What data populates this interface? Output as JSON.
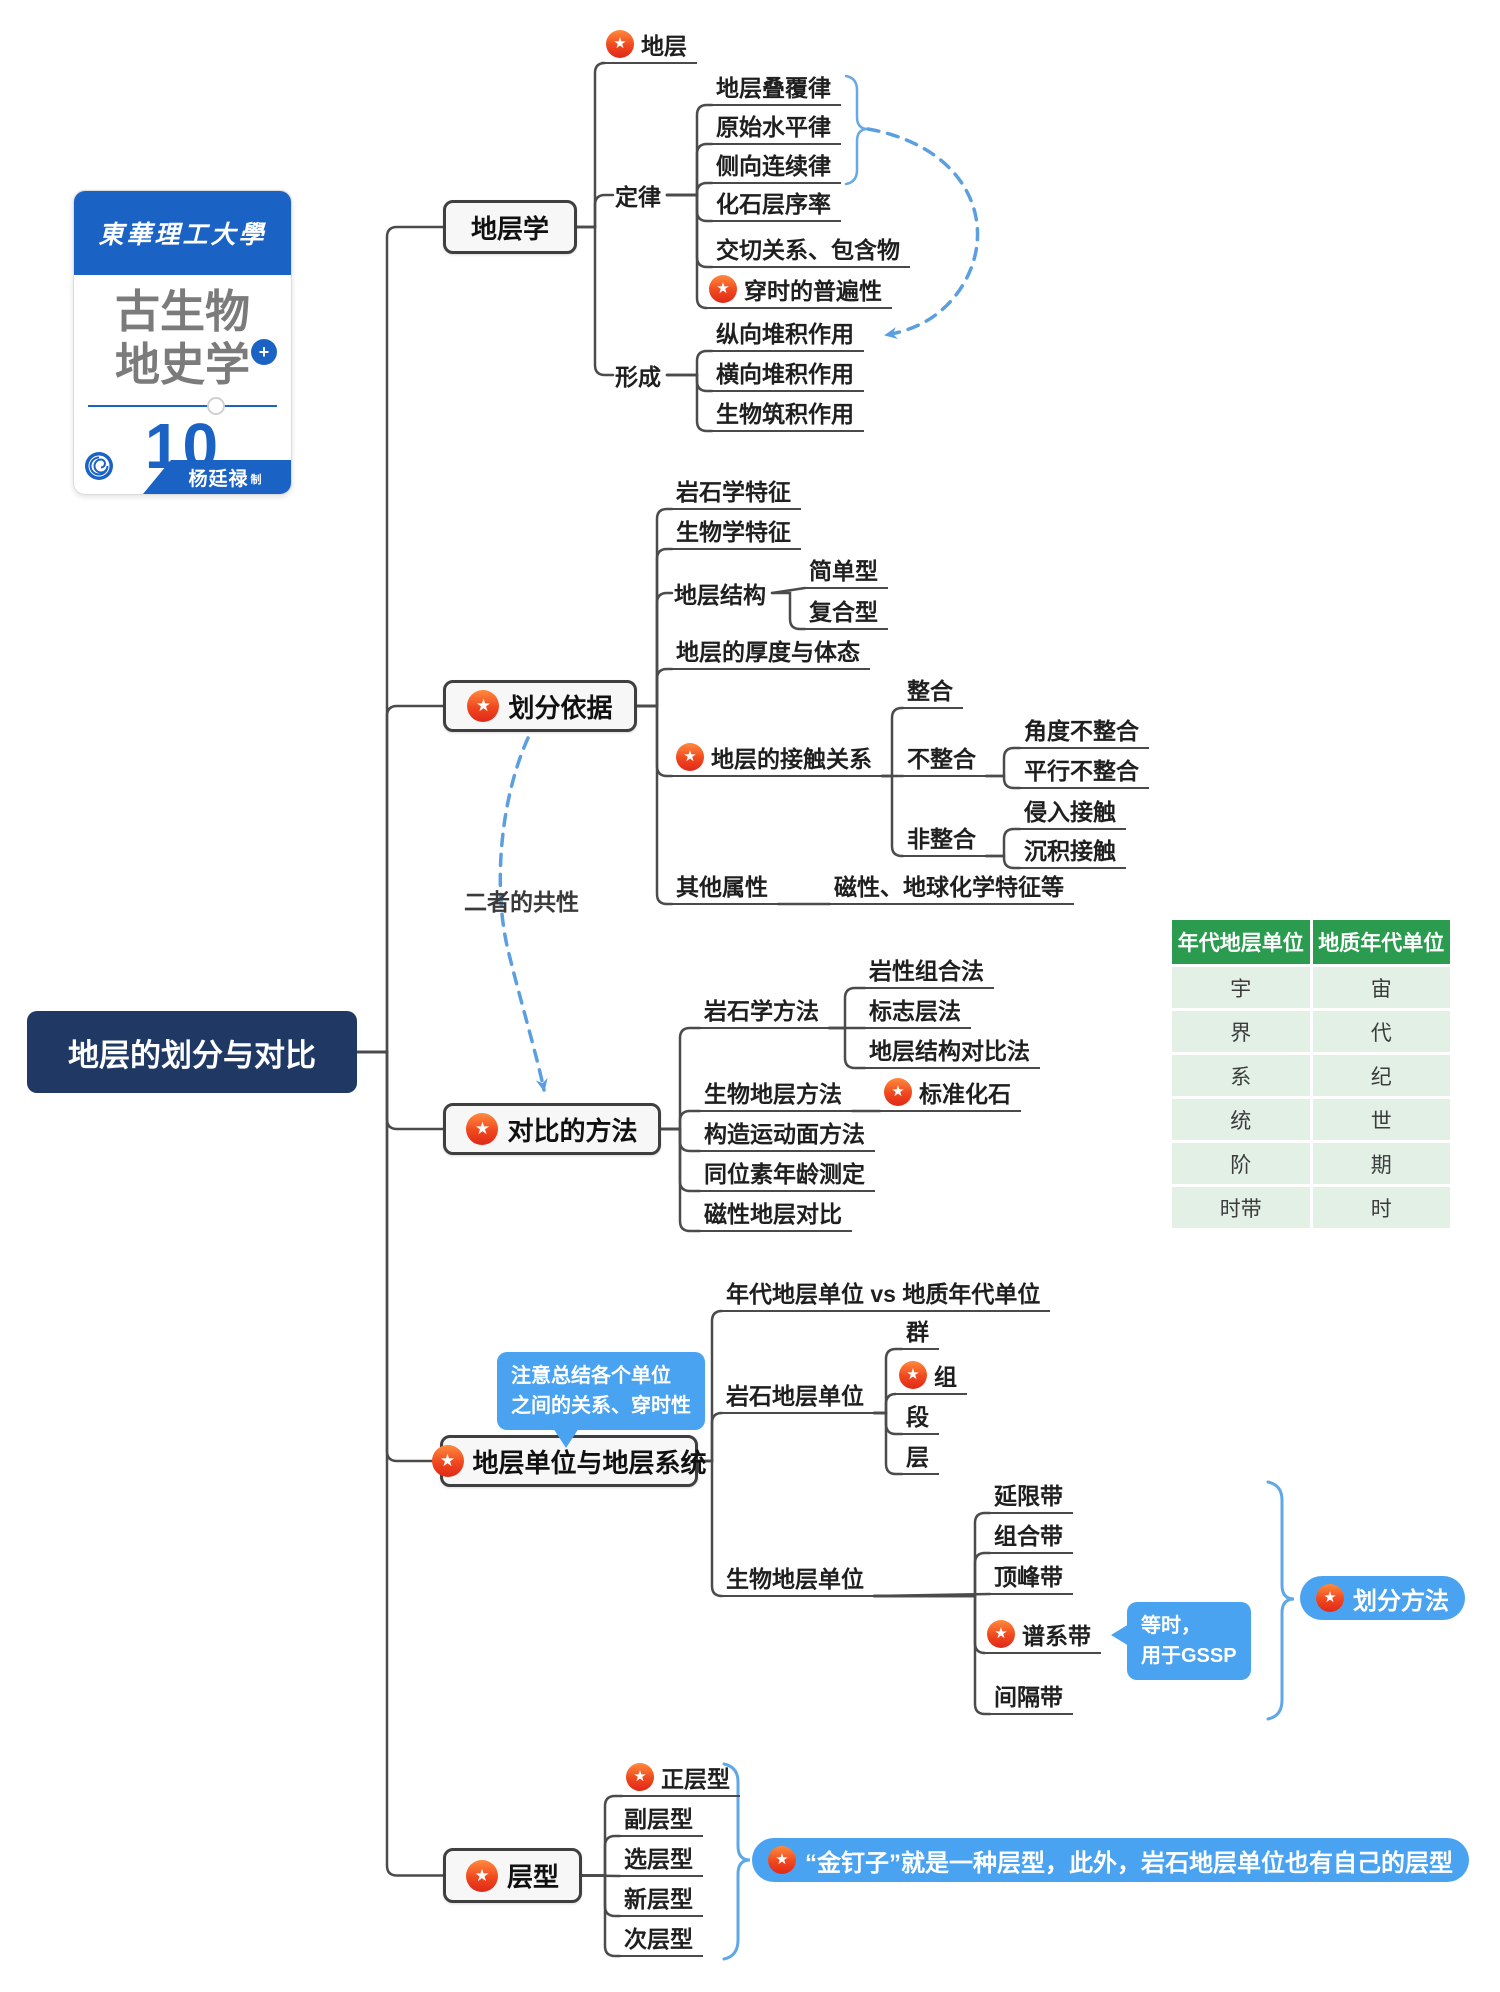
{
  "logo": {
    "university": "東華理工大學",
    "course_line1": "古生物",
    "course_line2": "地史学",
    "plus": "+",
    "number": "10",
    "author": "杨廷禄",
    "author_suffix": "制"
  },
  "root": {
    "title": "地层的划分与对比"
  },
  "b1": {
    "label": "地层学",
    "stratum": "地层",
    "laws_label": "定律",
    "laws": [
      "地层叠覆律",
      "原始水平律",
      "侧向连续律",
      "化石层序率",
      "交切关系、包含物",
      "穿时的普遍性"
    ],
    "formation_label": "形成",
    "formation": [
      "纵向堆积作用",
      "横向堆积作用",
      "生物筑积作用"
    ]
  },
  "b2": {
    "label": "划分依据",
    "litho_feature": "岩石学特征",
    "bio_feature": "生物学特征",
    "structure_label": "地层结构",
    "structure_types": [
      "简单型",
      "复合型"
    ],
    "thickness": "地层的厚度与体态",
    "contact_label": "地层的接触关系",
    "conformity": "整合",
    "unconformity": "不整合",
    "unconformity_types": [
      "角度不整合",
      "平行不整合"
    ],
    "nonconformity": "非整合",
    "nonconformity_types": [
      "侵入接触",
      "沉积接触"
    ],
    "other_label": "其他属性",
    "other_value": "磁性、地球化学特征等"
  },
  "commonality_note": "二者的共性",
  "b3": {
    "label": "对比的方法",
    "litho_label": "岩石学方法",
    "litho_methods": [
      "岩性组合法",
      "标志层法",
      "地层结构对比法"
    ],
    "bio_label": "生物地层方法",
    "index_fossil": "标准化石",
    "others": [
      "构造运动面方法",
      "同位素年龄测定",
      "磁性地层对比"
    ]
  },
  "b4": {
    "label": "地层单位与地层系统",
    "chrono_vs": "年代地层单位 vs 地质年代单位",
    "litho_label": "岩石地层单位",
    "litho_units": [
      "群",
      "组",
      "段",
      "层"
    ],
    "bio_label": "生物地层单位",
    "bio_units": [
      "延限带",
      "组合带",
      "顶峰带",
      "谱系带",
      "间隔带"
    ],
    "callout_units": [
      "注意总结各个单位",
      "之间的关系、穿时性"
    ],
    "callout_isochronous": [
      "等时，",
      "用于GSSP"
    ],
    "division_methods": "划分方法"
  },
  "b5": {
    "label": "层型",
    "types": [
      "正层型",
      "副层型",
      "选层型",
      "新层型",
      "次层型"
    ],
    "note": "“金钉子”就是一种层型，此外，岩石地层单位也有自己的层型"
  },
  "table": {
    "headers": [
      "年代地层单位",
      "地质年代单位"
    ],
    "rows": [
      [
        "宇",
        "宙"
      ],
      [
        "界",
        "代"
      ],
      [
        "系",
        "纪"
      ],
      [
        "统",
        "世"
      ],
      [
        "阶",
        "期"
      ],
      [
        "时带",
        "时"
      ]
    ]
  },
  "colors": {
    "root_bg": "#1f3864",
    "node_border": "#3f3f3f",
    "line": "#4b4b4b",
    "star_red": "#e02818",
    "star_orange": "#ff8a3d",
    "callout_blue": "#4aa3f0",
    "dashed_blue": "#5b9fe0",
    "table_header_green": "#2b9c4f",
    "table_row_green": "#e2f0e6",
    "logo_blue": "#1a63c4"
  }
}
